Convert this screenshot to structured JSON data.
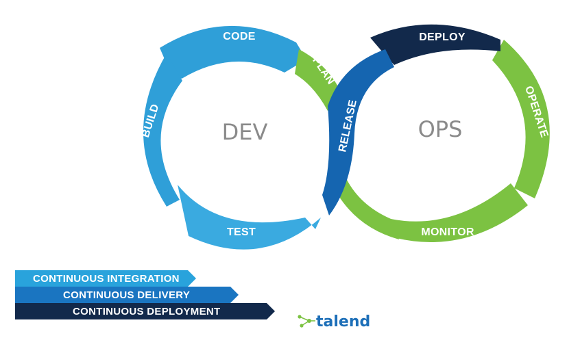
{
  "colors": {
    "dev_blue": "#2f9fd8",
    "dev_blue_light": "#3aaae0",
    "release_blue": "#1565b0",
    "ops_green": "#7cc242",
    "deploy_navy": "#12294b",
    "center_text": "#8a8a8a",
    "integration_band": "#29a3dc",
    "delivery_band": "#1a75c1",
    "deployment_band": "#12294b",
    "brand_green": "#7cc242",
    "brand_blue": "#1d6fb8"
  },
  "dev": {
    "center_label": "DEV",
    "segments": {
      "code": "CODE",
      "build": "BUILD",
      "test": "TEST",
      "plan": "PLAN"
    }
  },
  "ops": {
    "center_label": "OPS",
    "segments": {
      "release": "RELEASE",
      "deploy": "DEPLOY",
      "operate": "OPERATE",
      "monitor": "MONITOR"
    }
  },
  "pipeline": {
    "integration": "CONTINUOUS INTEGRATION",
    "delivery": "CONTINUOUS DELIVERY",
    "deployment": "CONTINUOUS DEPLOYMENT"
  },
  "brand": {
    "name": "talend",
    "icon": "talend-node-icon"
  }
}
